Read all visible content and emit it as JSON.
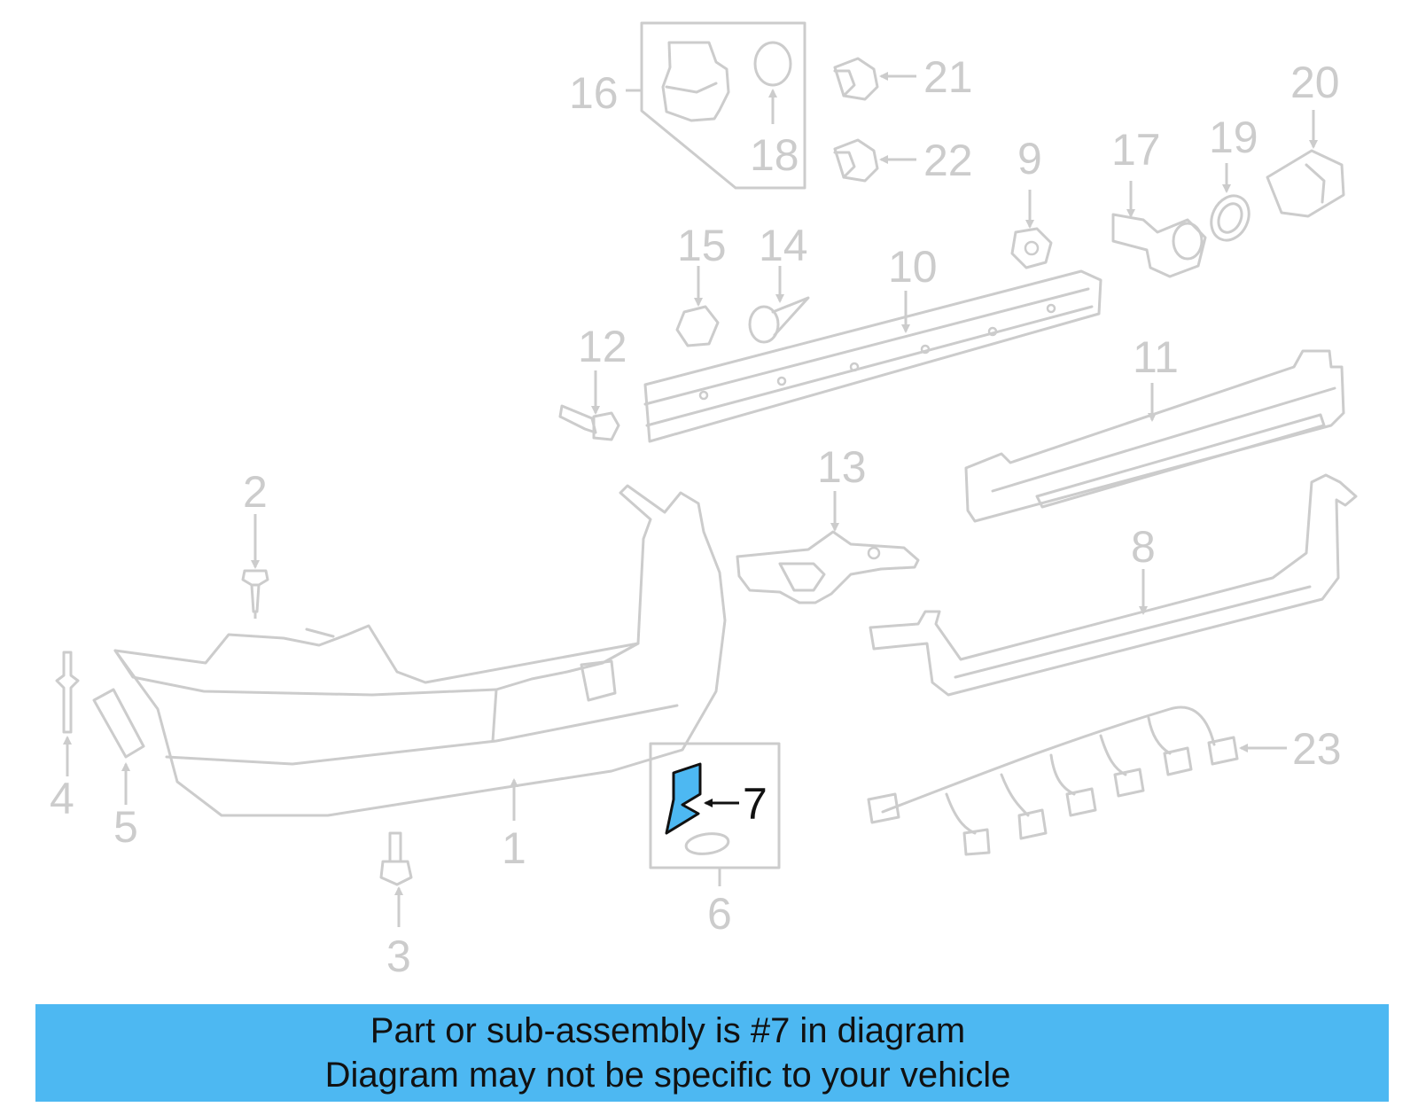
{
  "callouts": {
    "c1": "1",
    "c2": "2",
    "c3": "3",
    "c4": "4",
    "c5": "5",
    "c6": "6",
    "c7": "7",
    "c8": "8",
    "c9": "9",
    "c10": "10",
    "c11": "11",
    "c12": "12",
    "c13": "13",
    "c14": "14",
    "c15": "15",
    "c16": "16",
    "c17": "17",
    "c18": "18",
    "c19": "19",
    "c20": "20",
    "c21": "21",
    "c22": "22",
    "c23": "23"
  },
  "highlight": {
    "part_number": "7",
    "color": "#4db8f2"
  },
  "banner": {
    "line1": "Part or sub-assembly is #7 in diagram",
    "line2": "Diagram may not be specific to your vehicle",
    "background": "#4db8f2"
  },
  "colors": {
    "line_art": "#cccccc",
    "highlight_fill": "#4db8f2",
    "text_dark": "#111111"
  }
}
